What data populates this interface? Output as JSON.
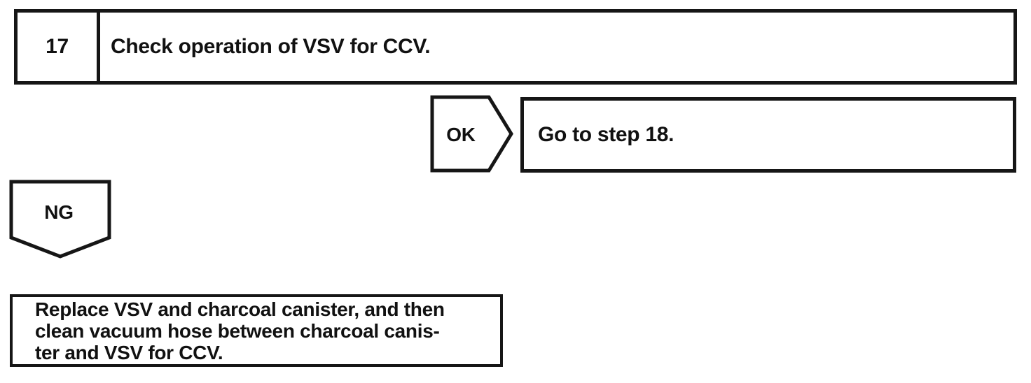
{
  "flowchart": {
    "step": {
      "number": "17",
      "title": "Check operation of VSV for CCV."
    },
    "ok": {
      "label": "OK",
      "action": "Go to step 18."
    },
    "ng": {
      "label": "NG",
      "action": "Replace VSV and charcoal canister, and then\nclean vacuum hose between charcoal canis-\nter and VSV for CCV."
    }
  },
  "colors": {
    "line": "#161616",
    "text": "#111111",
    "background": "#ffffff"
  }
}
